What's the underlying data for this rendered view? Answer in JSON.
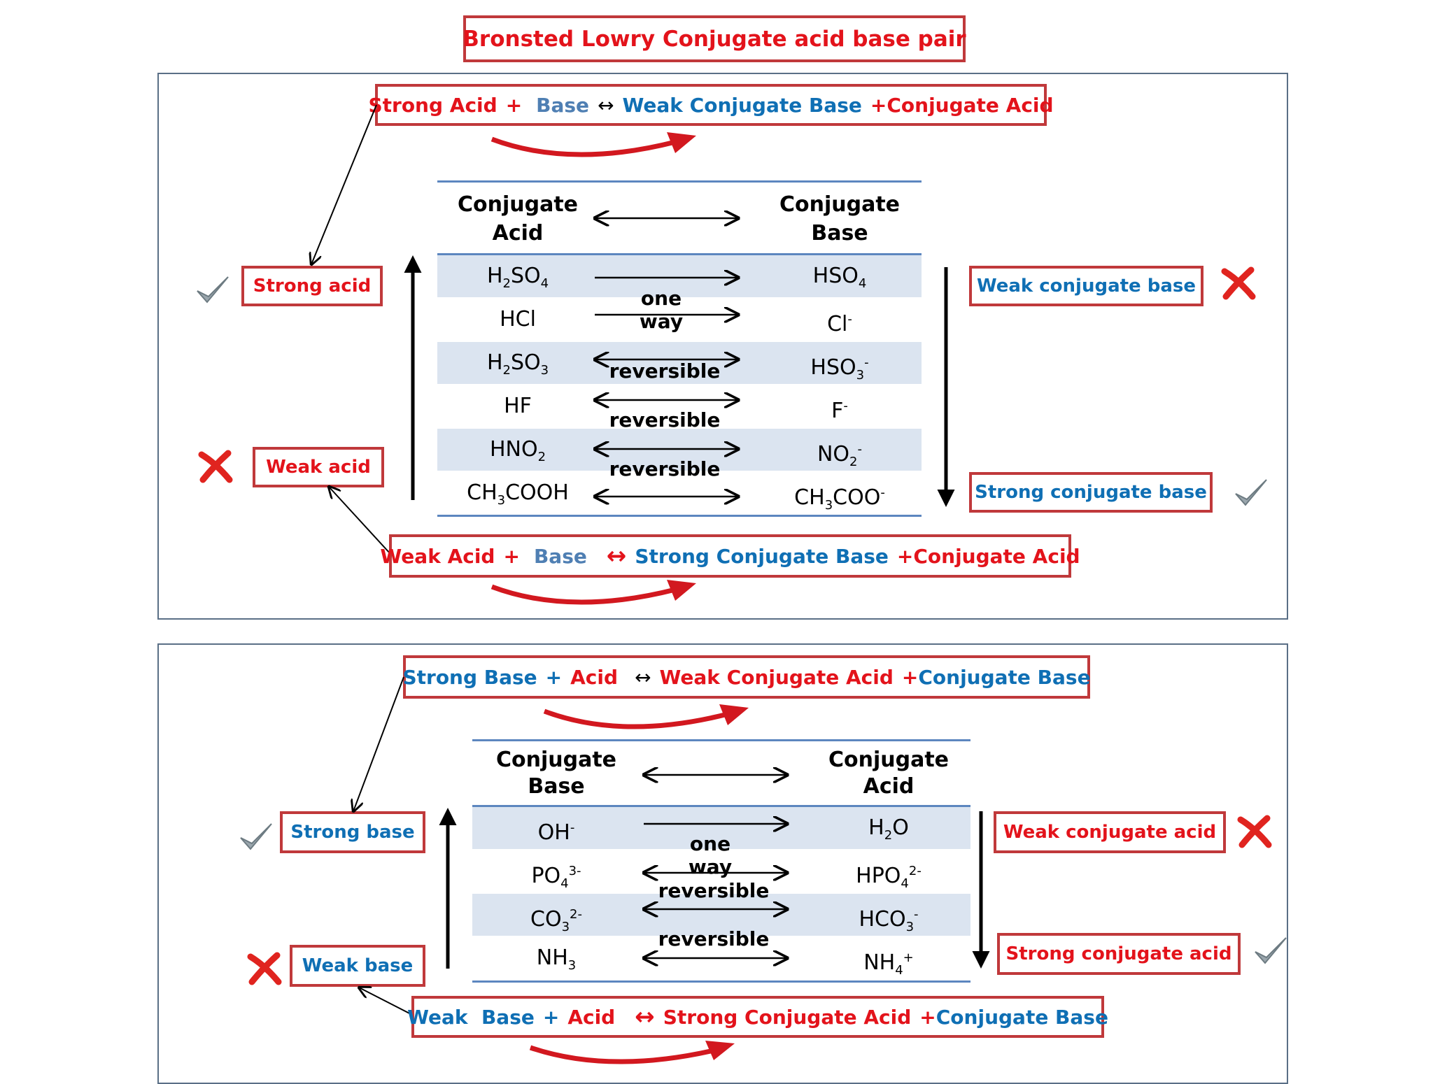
{
  "title": "Bronsted Lowry Conjugate acid base pair",
  "panel1": {
    "top_eq": {
      "a": "Strong Acid",
      "plus1": "+",
      "b": "Base",
      "arrow": "↔",
      "c": "Weak Conjugate Base",
      "plus2": "+",
      "d": "Conjugate Acid"
    },
    "bottom_eq": {
      "a": "Weak Acid",
      "plus1": "+",
      "b": "Base",
      "arrow": "↔",
      "c": "Strong Conjugate Base",
      "plus2": "+",
      "d": "Conjugate Acid"
    },
    "header_left_1": "Conjugate",
    "header_left_2": "Acid",
    "header_right_1": "Conjugate",
    "header_right_2": "Base",
    "label_strong": "Strong acid",
    "label_weak": "Weak acid",
    "label_weak_conj": "Weak conjugate base",
    "label_strong_conj": "Strong conjugate base",
    "mid_one_way": "one way",
    "mid_rev1": "reversible",
    "mid_rev2": "reversible",
    "mid_rev3": "reversible",
    "rows": [
      {
        "left": "H",
        "left_s1": "2",
        "left_b": "SO",
        "left_s2": "4",
        "right": "HSO",
        "right_sub": "4",
        "right_sup": ""
      },
      {
        "left": "HCl",
        "right": "Cl",
        "right_sup": "-"
      },
      {
        "left": "H",
        "left_s1": "2",
        "left_b": "SO",
        "left_s2": "3",
        "right": "HSO",
        "right_sub": "3",
        "right_sup": "-"
      },
      {
        "left": "HF",
        "right": "F",
        "right_sup": "-"
      },
      {
        "left": "HNO",
        "left_s1": "2",
        "right": "NO",
        "right_sub": "2",
        "right_sup": "-"
      },
      {
        "left": "CH",
        "left_s1": "3",
        "left_b": "COOH",
        "right": "CH",
        "right_sub": "3",
        "right_b": "COO",
        "right_sup": "-"
      }
    ]
  },
  "panel2": {
    "top_eq": {
      "a": "Strong Base",
      "plus1": "+",
      "b": "Acid",
      "arrow": "↔",
      "c": "Weak Conjugate Acid",
      "plus2": "+",
      "d": "Conjugate Base"
    },
    "bottom_eq": {
      "a": "Weak  Base",
      "plus1": "+",
      "b": "Acid",
      "arrow": "↔",
      "c": "Strong Conjugate Acid",
      "plus2": "+",
      "d": "Conjugate Base"
    },
    "header_left_1": "Conjugate",
    "header_left_2": "Base",
    "header_right_1": "Conjugate",
    "header_right_2": "Acid",
    "label_strong": "Strong base",
    "label_weak": "Weak base",
    "label_weak_conj": "Weak conjugate acid",
    "label_strong_conj": "Strong conjugate acid",
    "mid_one_way": "one way",
    "mid_rev1": "reversible",
    "mid_rev2": "reversible",
    "rows": [
      {
        "left": "OH",
        "left_sup": "-",
        "right": "H",
        "right_sub": "2",
        "right_b": "O"
      },
      {
        "left": "PO",
        "left_sub": "4",
        "left_sup": "3-",
        "right": "HPO",
        "right_sub": "4",
        "right_sup": "2-"
      },
      {
        "left": "CO",
        "left_sub": "3",
        "left_sup": "2-",
        "right": "HCO",
        "right_sub": "3",
        "right_sup": "-"
      },
      {
        "left": "NH",
        "left_sub": "3",
        "right": "NH",
        "right_sub": "4",
        "right_sup": "+"
      }
    ]
  },
  "colors": {
    "red": "#e3131b",
    "blue": "#0f6fb4",
    "border": "#c0393b",
    "shade": "#dbe4f0"
  },
  "icons": [
    "check-icon",
    "cross-icon",
    "curved-arrow-icon"
  ]
}
